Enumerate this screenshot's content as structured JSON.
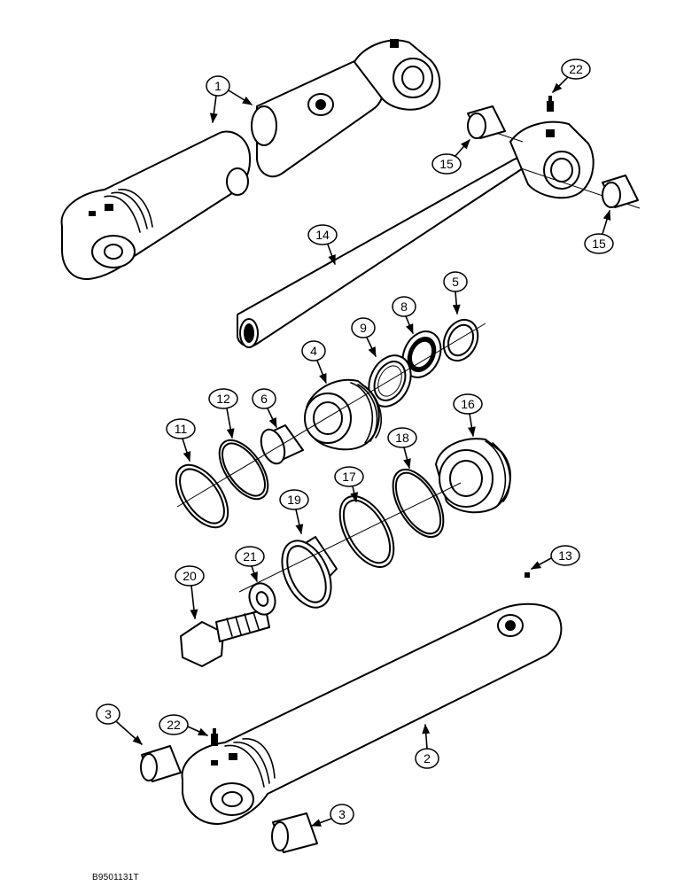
{
  "figure_id": "B9501131T",
  "callouts": {
    "c1": "1",
    "c2": "2",
    "c3a": "3",
    "c3b": "3",
    "c4": "4",
    "c5": "5",
    "c6": "6",
    "c8": "8",
    "c9": "9",
    "c11": "11",
    "c12": "12",
    "c13": "13",
    "c14": "14",
    "c15a": "15",
    "c15b": "15",
    "c16": "16",
    "c17": "17",
    "c18": "18",
    "c19": "19",
    "c20": "20",
    "c21": "21",
    "c22a": "22",
    "c22b": "22"
  }
}
